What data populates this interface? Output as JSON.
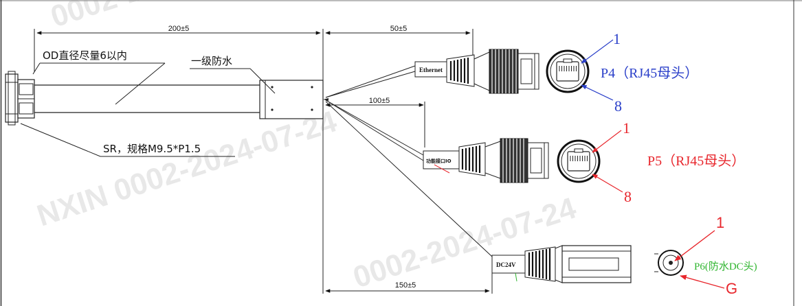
{
  "dimensions": {
    "main_length": "200±5",
    "ethernet_length": "50±5",
    "function_length": "100±5",
    "dc_length": "150±5"
  },
  "annotations": {
    "od_note": "OD直径尽量6以内",
    "waterproof_note": "一级防水",
    "sr_note": "SR，规格M9.5*P1.5"
  },
  "cable_tags": {
    "ethernet": "Ethernet",
    "function": "功能接口IO",
    "dc": "DC24V"
  },
  "connectors": {
    "p4": {
      "label": "P4（RJ45母头）",
      "pin_first": "1",
      "pin_last": "8",
      "color": "#2a3fc9"
    },
    "p5": {
      "label": "P5（RJ45母头）",
      "pin_first": "1",
      "pin_last": "8",
      "color": "#e8262c"
    },
    "p6": {
      "label": "P6(防水DC头)",
      "pin_first": "1",
      "pin_ground": "G",
      "color": "#2fb52f"
    }
  },
  "watermark": {
    "line1": "NXIN 0002-2024-07-24",
    "line2": "0002-2024-07-24"
  }
}
